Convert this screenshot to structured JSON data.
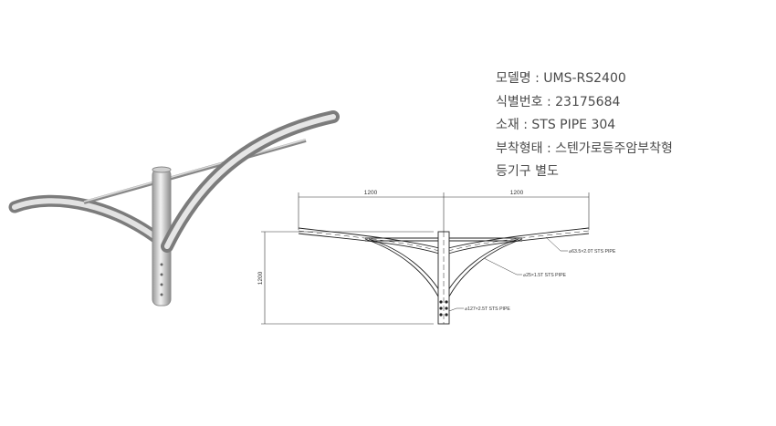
{
  "specs": {
    "model": "모델명 : UMS-RS2400",
    "id": "식별번호 : 23175684",
    "material": "소재 : STS PIPE 304",
    "type": "부착형태 : 스텐가로등주암부착형",
    "note": "등기구 별도"
  },
  "drawing": {
    "dim_left": "1200",
    "dim_right": "1200",
    "dim_height": "1200",
    "callout_arm": "⌀63.5×2.0T STS PIPE",
    "callout_brace": "⌀25×1.5T STS PIPE",
    "callout_pole": "⌀127×2.5T STS PIPE"
  },
  "colors": {
    "metal_dark": "#8a8a8a",
    "metal_light": "#e6e6e6",
    "line": "#333333"
  }
}
